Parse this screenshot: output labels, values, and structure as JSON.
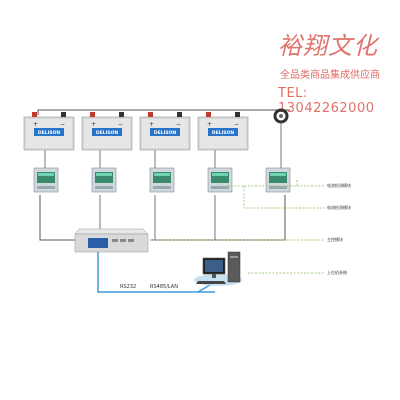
{
  "watermark": {
    "logo": "裕翔文化",
    "tagline": "全品类商品集成供应商",
    "phone": "TEL: 13042262000"
  },
  "battery": {
    "brand": "DELISON"
  },
  "labels": {
    "battery_module": "电池检测模块",
    "current_module": "电流检测模块",
    "host_module": "主控模块",
    "pc_system": "上位机系统",
    "rs232": "RS232",
    "rs485": "RS485/LAN"
  }
}
